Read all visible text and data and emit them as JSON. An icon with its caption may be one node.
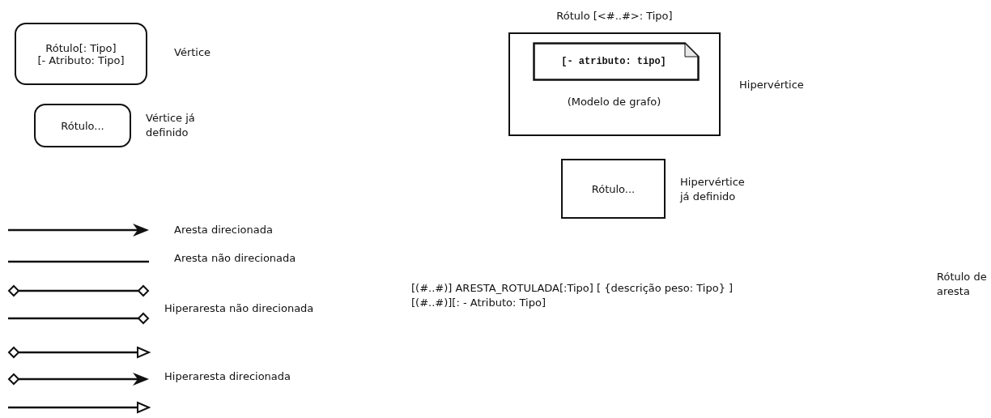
{
  "diagram": {
    "nodes": [
      {
        "text": [
          "Rótulo[: Tipo]",
          "[- Atributo: Tipo]"
        ],
        "beside": [
          "Vértice"
        ]
      },
      {
        "text": [
          "Rótulo..."
        ],
        "beside": [
          "Vértice já definido"
        ]
      },
      {
        "text": [
          "Rótulo [<#..#>: Tipo]",
          "(Modelo de grafo)"
        ],
        "beside": [
          "Hipervértice"
        ]
      },
      {
        "text": [
          "[- atributo: tipo]"
        ],
        "in": 2
      },
      {
        "text": [
          "Rótulo..."
        ],
        "beside": [
          "Hipervértice já definido"
        ]
      }
    ],
    "labels": [
      "[(#..#)] ARESTA_ROTULADA[:Tipo] [ {descrição peso: Tipo} ] [(#..#)][: - Atributo: Tipo]",
      "Rótulo de aresta"
    ],
    "legend": [
      {
        "text": "Aresta direcionada"
      },
      {
        "text": "Aresta não direcionada"
      },
      {
        "text": "Hiperaresta não direcionada"
      },
      {
        "text": "Hiperaresta direcionada"
      }
    ]
  }
}
